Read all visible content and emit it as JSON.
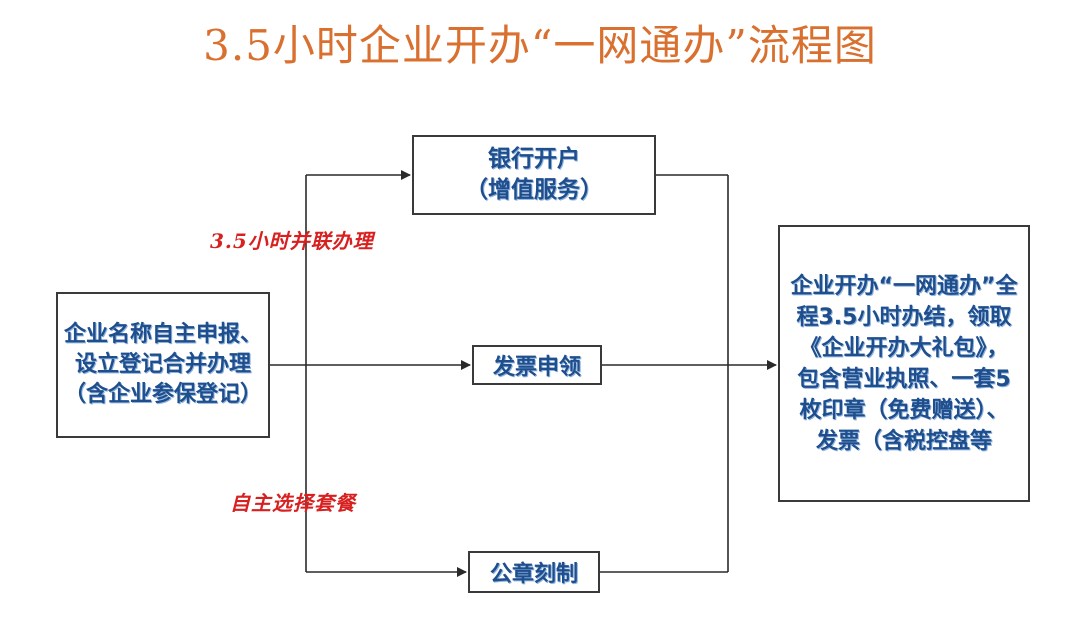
{
  "title": "3.5小时企业开办“一网通办”流程图",
  "boxes": {
    "left": "企业名称自主申报、设立登记合并办理（含企业参保登记）",
    "bank_line1": "银行开户",
    "bank_line2": "（增值服务）",
    "invoice": "发票申领",
    "seal": "公章刻制",
    "right": "企业开办“一网通办”全程3.5小时办结，领取《企业开办大礼包》，包含营业执照、一套5枚印章（免费赠送）、发票（含税控盘等"
  },
  "annotations": {
    "parallel": "3.5小时并联办理",
    "package": "自主选择套餐"
  },
  "colors": {
    "title": "#d9702f",
    "box_text": "#1f4e8c",
    "annotation": "#d82020",
    "lines": "#2a2a2a"
  }
}
